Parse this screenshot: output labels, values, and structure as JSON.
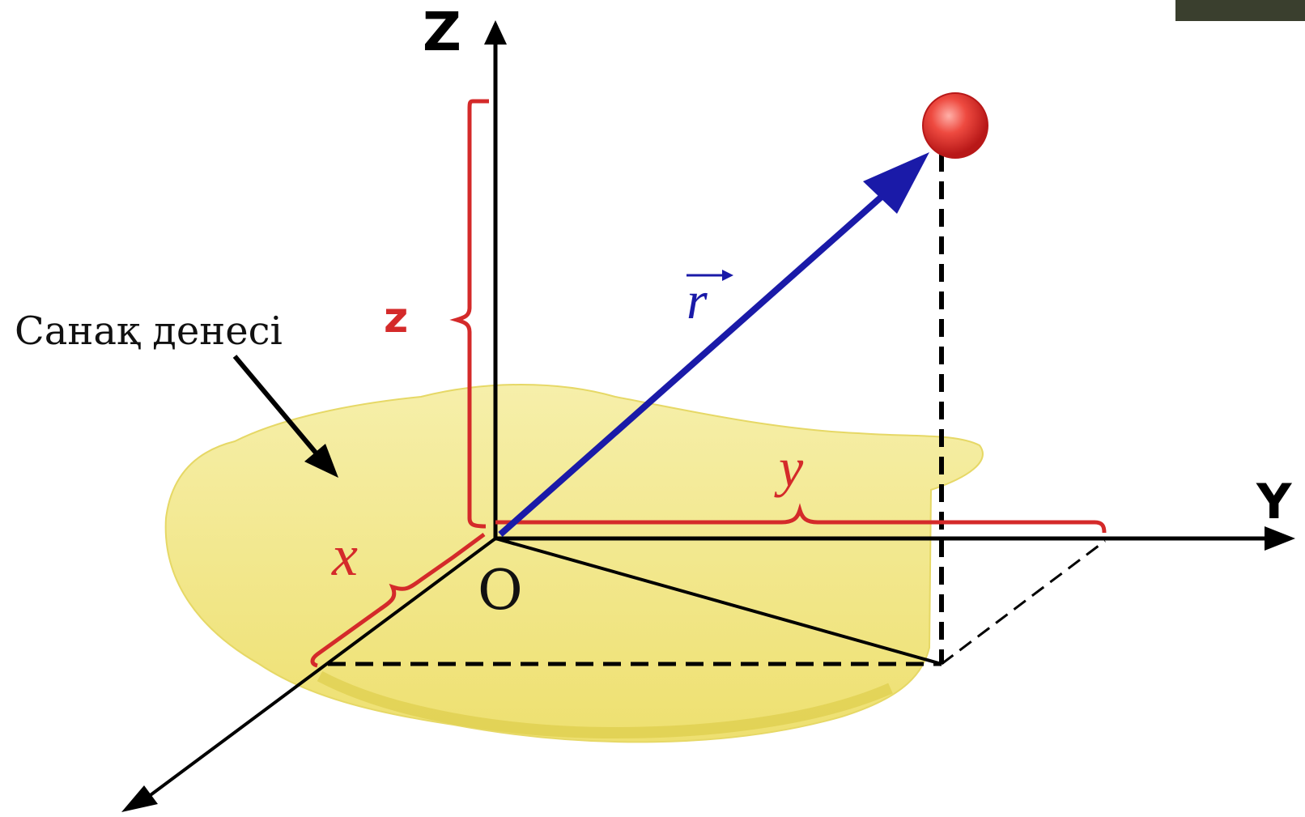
{
  "diagram": {
    "axis_labels": {
      "z": "Z",
      "y": "Y"
    },
    "origin_label": "O",
    "reference_body_label": "Санақ денесі",
    "coordinate_labels": {
      "x": "x",
      "y": "y",
      "z": "z"
    },
    "vector_label": "r",
    "colors": {
      "axes": "#000000",
      "brackets": "#d42a2a",
      "vector": "#1a1aa8",
      "plane": "#f2e88a",
      "point": "#e23a3a",
      "corner_patch": "#3a3f2e"
    }
  }
}
